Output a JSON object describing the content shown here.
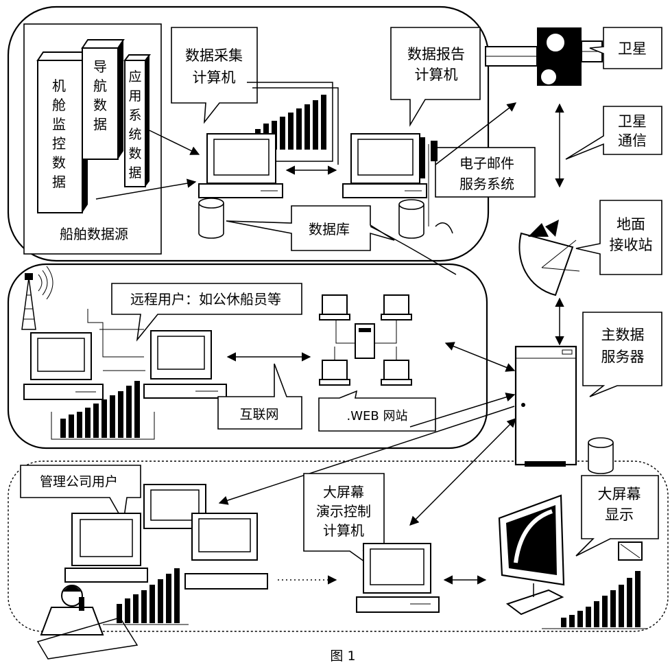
{
  "labels": {
    "data_source": "船舶数据源",
    "engine_data": "机舱监控数据",
    "nav_data": "导航数据",
    "app_data": "应用系统数据",
    "collect_pc": [
      "数据采集",
      "计算机"
    ],
    "report_pc": [
      "数据报告",
      "计算机"
    ],
    "email": [
      "电子邮件",
      "服务系统"
    ],
    "database": "数据库",
    "satellite": "卫星",
    "sat_comm": [
      "卫星",
      "通信"
    ],
    "ground_station": [
      "地面",
      "接收站"
    ],
    "remote_users": "远程用户：如公休船员等",
    "internet": "互联网",
    "website": ".WEB 网站",
    "main_server": [
      "主数据",
      "服务器"
    ],
    "mgmt_users": "管理公司用户",
    "bigscreen_pc": [
      "大屏幕",
      "演示控制",
      "计算机"
    ],
    "bigscreen_display": [
      "大屏幕",
      "显示"
    ],
    "figure_caption": "图 1"
  }
}
